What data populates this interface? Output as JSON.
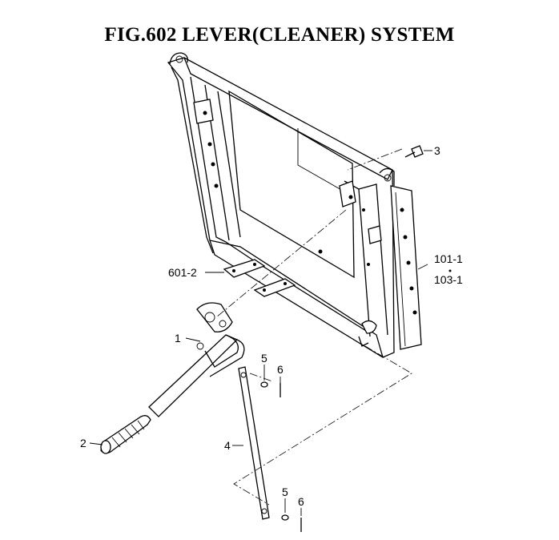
{
  "title": "FIG.602  LEVER(CLEANER) SYSTEM",
  "callouts": {
    "p1": "1",
    "p2": "2",
    "p3": "3",
    "p4": "4",
    "p5a": "5",
    "p6a": "6",
    "p5b": "5",
    "p6b": "6",
    "p601_2": "601-2",
    "p101_1": "101-1",
    "p103_1": "103-1"
  }
}
